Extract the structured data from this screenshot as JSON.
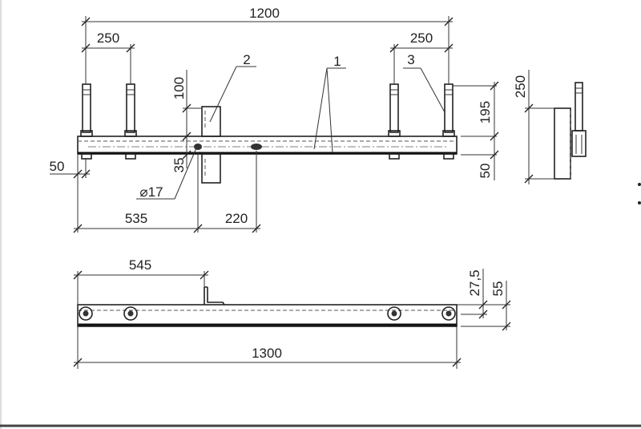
{
  "drawing": {
    "front_view": {
      "dim_total": "1200",
      "dim_bolt_left": "250",
      "dim_bolt_right": "250",
      "label_plate": "2",
      "label_beam": "1",
      "label_bolt": "3",
      "dim_plate_height": "100",
      "dim_bolt_height": "195",
      "dim_beam_height": "50",
      "dim_edge": "50",
      "dim_hole_offset": "35",
      "dim_hole_diameter": "⌀17",
      "dim_to_plate": "535",
      "dim_plate_to_hole": "220"
    },
    "side_view": {
      "dim_height": "250"
    },
    "plan_view": {
      "dim_to_bracket": "545",
      "dim_half_width": "27,5",
      "dim_width": "55",
      "dim_length": "1300"
    }
  },
  "colors": {
    "line": "#222222",
    "background": "#ffffff"
  }
}
